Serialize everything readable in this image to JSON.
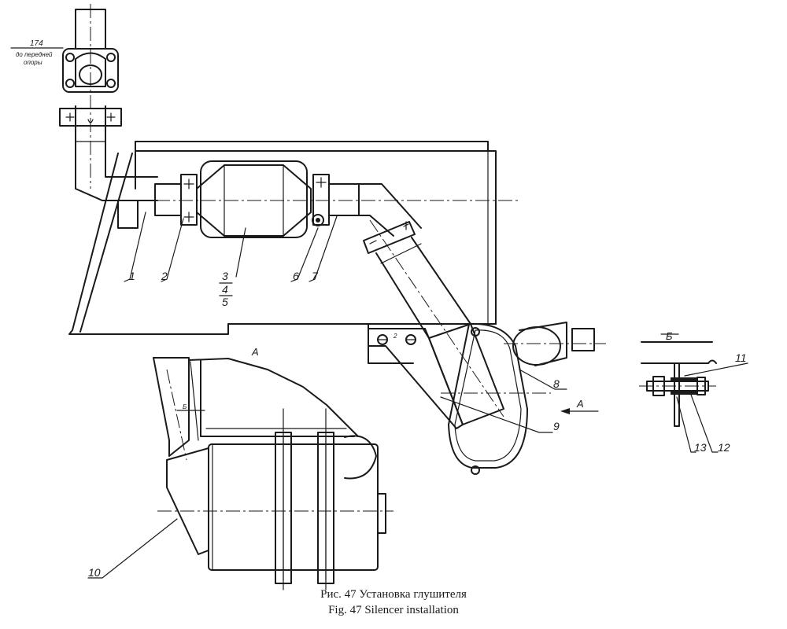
{
  "callouts": {
    "c1": "1",
    "c2": "2",
    "c3": "3",
    "c4": "4",
    "c5": "5",
    "c6": "6",
    "c7": "7",
    "c8": "8",
    "c9": "9",
    "c10": "10",
    "c11": "11",
    "c12": "12",
    "c13": "13"
  },
  "note_top": {
    "num": "174",
    "line1": "до передней",
    "line2": "опоры"
  },
  "view_labels": {
    "section_a": "А",
    "arrow_a": "А",
    "view_b": "Б",
    "dim_clamp": "Б"
  },
  "caption": {
    "ru": "Рис. 47 Установка глушителя",
    "en": "Fig. 47 Silencer installation"
  },
  "colors": {
    "ink": "#1a1a1a",
    "paper": "#ffffff"
  }
}
